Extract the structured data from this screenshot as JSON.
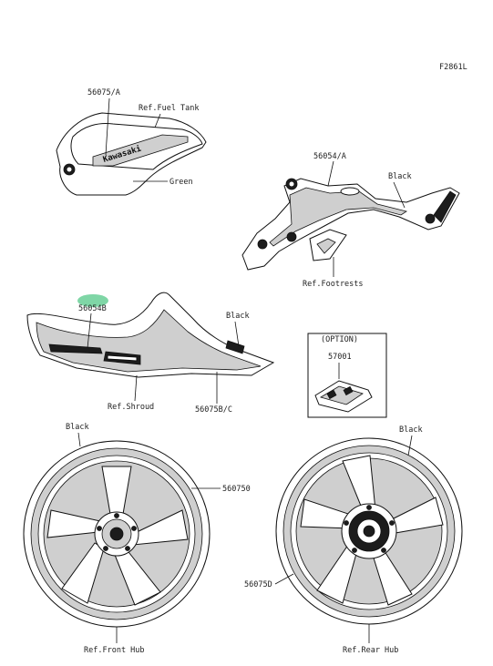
{
  "figure_code": "F2861L",
  "labels": {
    "fuel_tank_part": "56075/A",
    "fuel_tank_ref": "Ref.Fuel Tank",
    "fuel_tank_color": "Green",
    "footrest_part": "56054/A",
    "footrest_color": "Black",
    "footrest_ref": "Ref.Footrests",
    "shroud_part_highlighted": "56054B",
    "shroud_color": "Black",
    "shroud_ref": "Ref.Shroud",
    "shroud_decal_part": "56075B/C",
    "option_title": "(OPTION)",
    "option_part": "57001",
    "front_wheel_color": "Black",
    "front_wheel_part": "560750",
    "front_hub_ref": "Ref.Front Hub",
    "rear_wheel_color": "Black",
    "rear_wheel_part": "56075D",
    "rear_hub_ref": "Ref.Rear Hub",
    "tank_logo_text": "Kawasaki"
  },
  "colors": {
    "highlight": "#7fd6a6",
    "ink": "#111111",
    "accent_grey": "#cfcfcf"
  }
}
